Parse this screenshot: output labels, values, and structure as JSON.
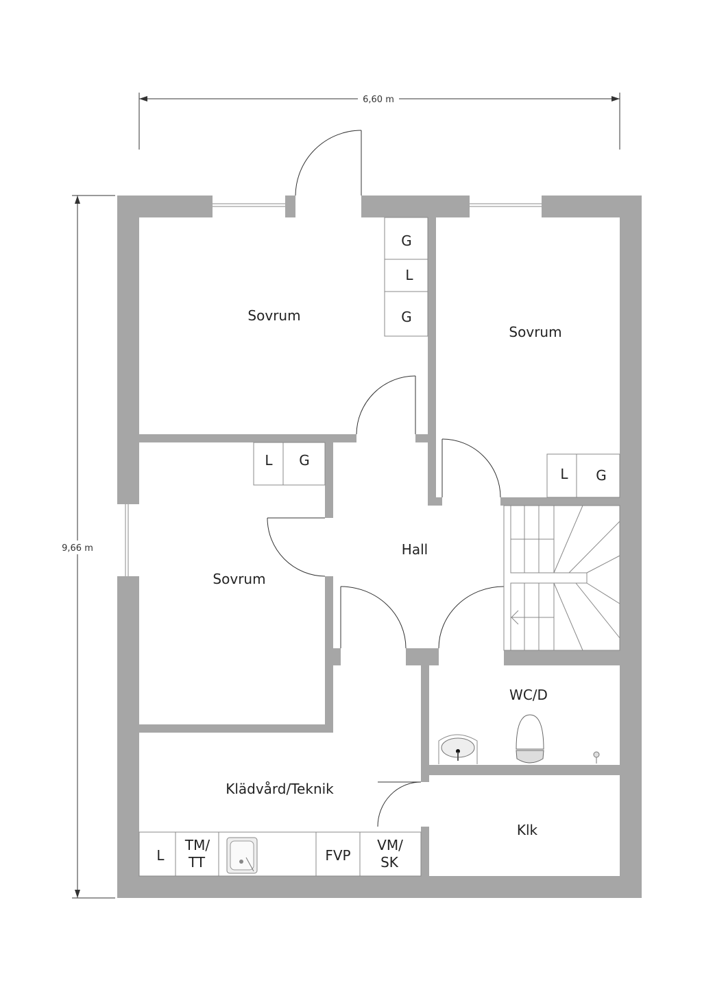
{
  "dimensions": {
    "width": "6,60 m",
    "height": "9,66 m"
  },
  "rooms": {
    "sovrum_top_left": "Sovrum",
    "sovrum_top_right": "Sovrum",
    "sovrum_left": "Sovrum",
    "hall": "Hall",
    "wc": "WC/D",
    "kladvard": "Klädvård/Teknik",
    "klk": "Klk"
  },
  "fixtures": {
    "closet_top_1": "G",
    "closet_top_2": "L",
    "closet_top_3": "G",
    "closet_left_l": "L",
    "closet_left_g": "G",
    "closet_right_l": "L",
    "closet_right_g": "G",
    "counter_l": "L",
    "counter_tm_1": "TM/",
    "counter_tm_2": "TT",
    "counter_fvp": "FVP",
    "counter_vm_1": "VM/",
    "counter_vm_2": "SK"
  },
  "colors": {
    "wall": "#a6a6a6"
  }
}
